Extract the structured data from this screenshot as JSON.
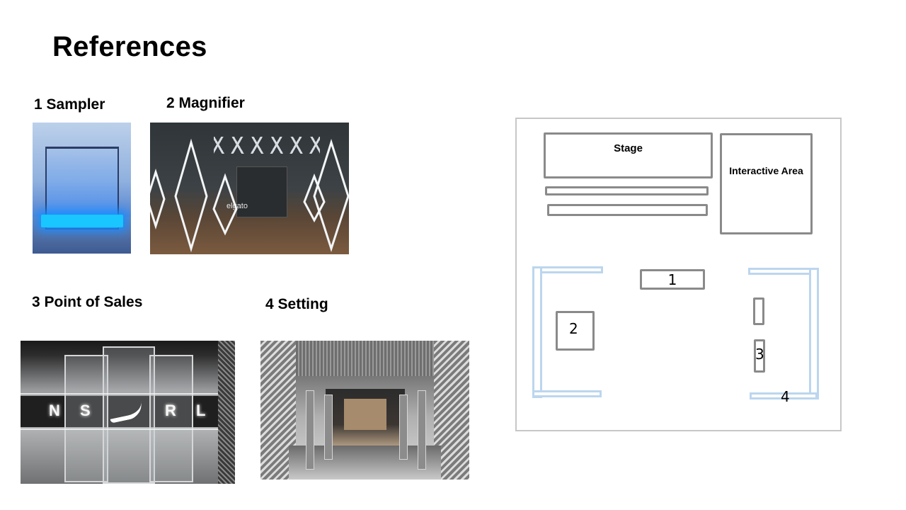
{
  "page": {
    "title": "References"
  },
  "references": [
    {
      "label": "1 Sampler"
    },
    {
      "label": "2 Magnifier",
      "photo_text": "elgato"
    },
    {
      "label": "3 Point of Sales",
      "photo_letters": [
        "N",
        "S",
        "R",
        "L"
      ]
    },
    {
      "label": "4 Setting"
    }
  ],
  "floor_plan": {
    "stage": "Stage",
    "interactive_area": "Interactive Area",
    "markers": [
      "1",
      "2",
      "3",
      "4"
    ]
  },
  "colors": {
    "plan_gray": "#8a8a8a",
    "plan_blue": "#bcd6ee",
    "border": "#c7c7c7"
  }
}
